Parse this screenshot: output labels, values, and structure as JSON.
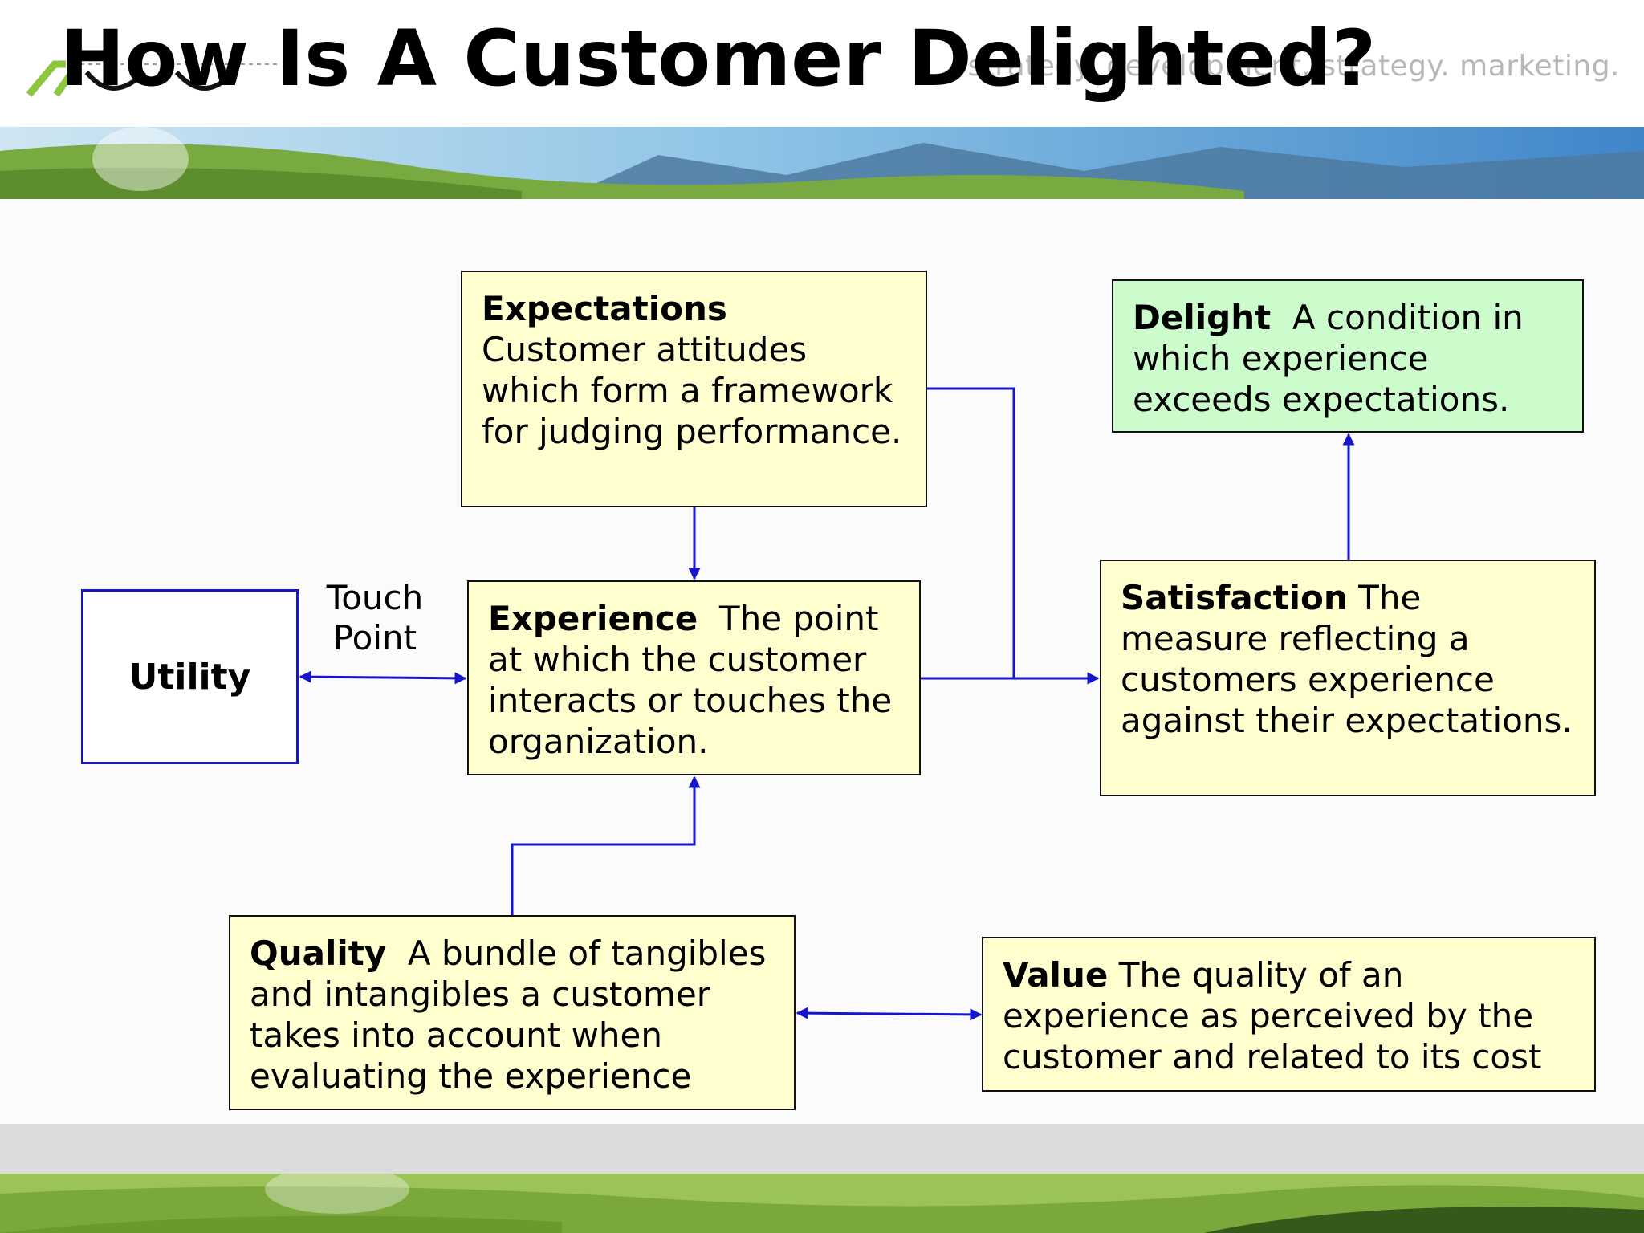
{
  "slide": {
    "title": "How Is A Customer Delighted?",
    "tagline": "strategy. development. strategy. marketing."
  },
  "diagram": {
    "utility": {
      "label": "Utility"
    },
    "touch_point": {
      "label": "Touch\nPoint"
    },
    "expectations": {
      "term": "Expectations",
      "definition": "Customer attitudes which form a framework for judging performance."
    },
    "experience": {
      "term": "Experience",
      "definition": "The point at which the customer interacts or touches the organization."
    },
    "satisfaction": {
      "term": "Satisfaction",
      "definition": "The measure reflecting a customers experience against their expectations."
    },
    "delight": {
      "term": "Delight",
      "definition": "A condition in which experience exceeds expectations."
    },
    "quality": {
      "term": "Quality",
      "definition": "A bundle of tangibles and intangibles a customer takes into account when evaluating the experience"
    },
    "value": {
      "term": "Value",
      "definition": "The quality of an experience as perceived by the customer and related to its cost"
    }
  },
  "colors": {
    "box_fill": "#fefecf",
    "delight_fill": "#ccfccc",
    "connector": "#1515cc",
    "title": "#000000"
  },
  "icons": [
    "logo-mark"
  ]
}
